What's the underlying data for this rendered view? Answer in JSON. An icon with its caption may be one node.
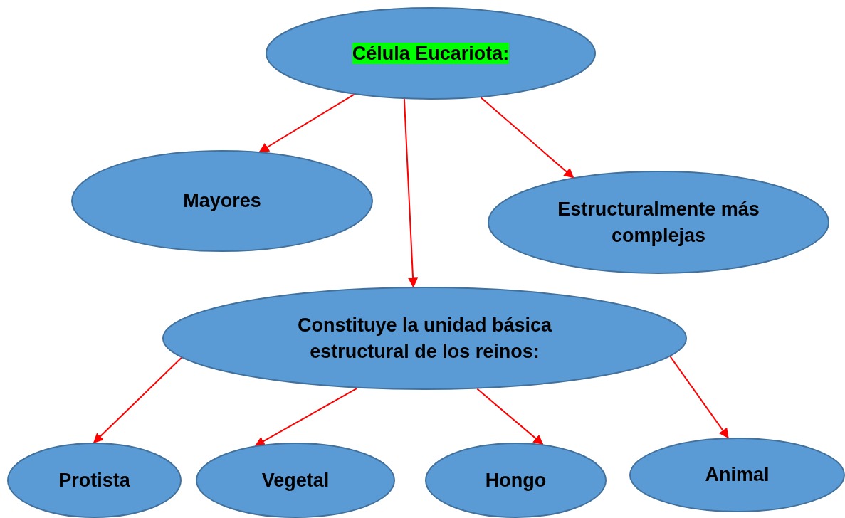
{
  "diagram": {
    "nodes": [
      {
        "text": [
          "Célula Eucariota:"
        ]
      },
      {
        "text": [
          "Mayores"
        ]
      },
      {
        "text": [
          "Estructuralmente más complejas"
        ]
      },
      {
        "text": [
          "Constituye la unidad básica estructural de los reinos:"
        ]
      },
      {
        "text": [
          "Protista"
        ]
      },
      {
        "text": [
          "Vegetal"
        ]
      },
      {
        "text": [
          "Hongo"
        ]
      },
      {
        "text": [
          "Animal"
        ]
      }
    ],
    "edges": [
      {
        "from": 0,
        "to": 1,
        "arrow": "to"
      },
      {
        "from": 0,
        "to": 3,
        "arrow": "to"
      },
      {
        "from": 0,
        "to": 2,
        "arrow": "to"
      },
      {
        "from": 3,
        "to": 4,
        "arrow": "to"
      },
      {
        "from": 3,
        "to": 5,
        "arrow": "to"
      },
      {
        "from": 3,
        "to": 6,
        "arrow": "to"
      },
      {
        "from": 3,
        "to": 7,
        "arrow": "to"
      }
    ]
  }
}
